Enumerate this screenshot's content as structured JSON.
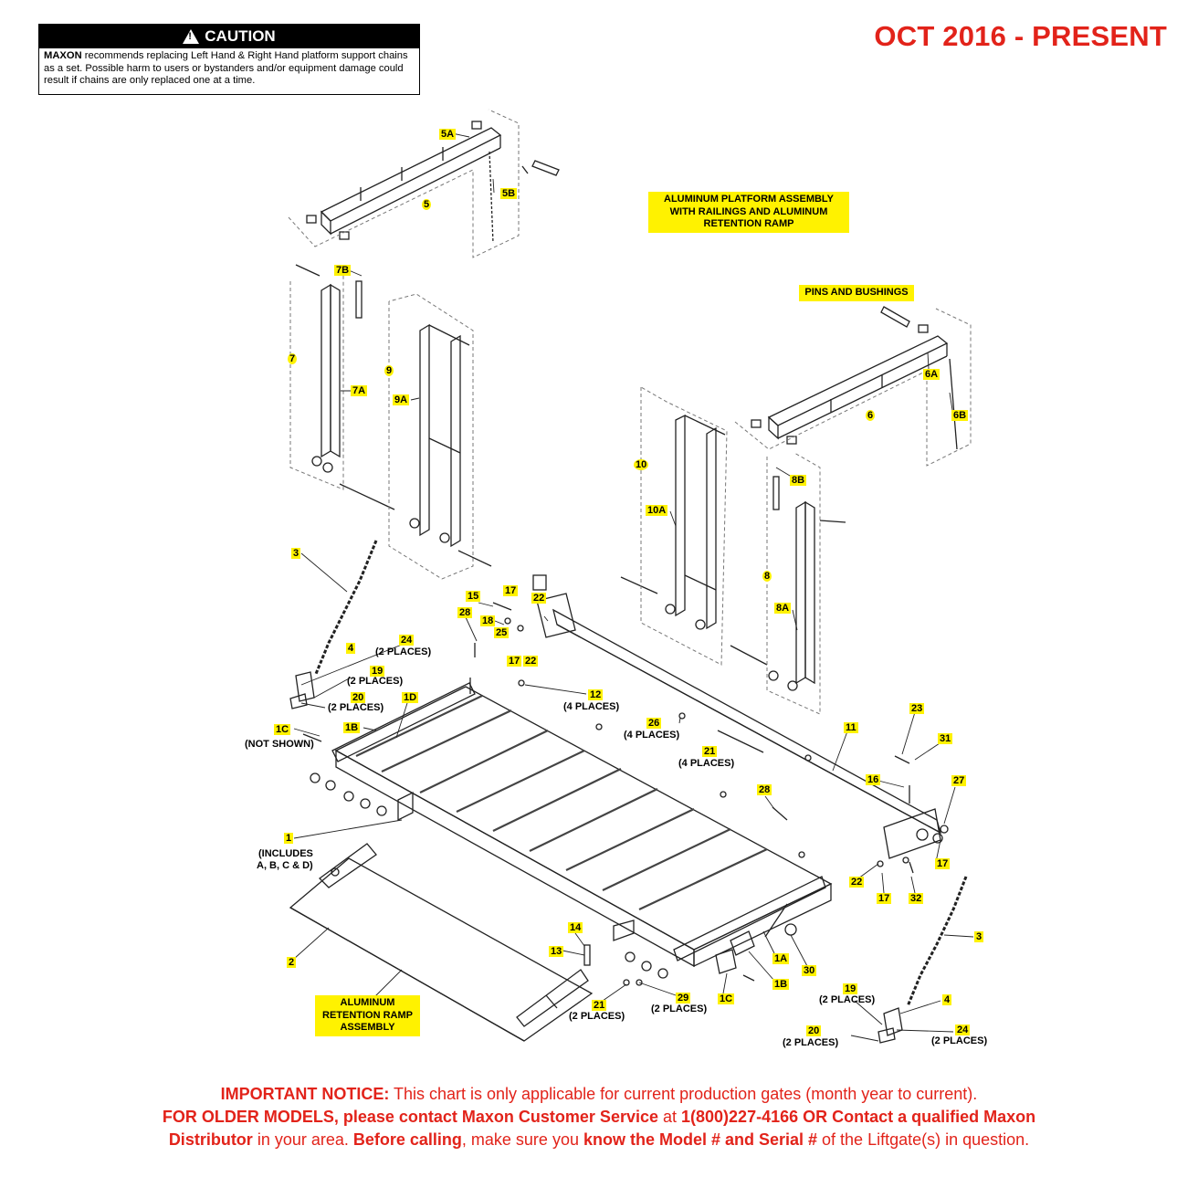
{
  "caution": {
    "title": "CAUTION",
    "brand": "MAXON",
    "body": " recommends replacing Left Hand & Right Hand platform support chains as a set. Possible harm to users or bystanders and/or equipment damage could result if chains are only replaced one at a time."
  },
  "date_range": "OCT 2016 - PRESENT",
  "plates": {
    "platform_assembly": [
      "ALUMINUM PLATFORM ASSEMBLY",
      "WITH RAILINGS AND ALUMINUM",
      "RETENTION RAMP"
    ],
    "pins_bushings": "PINS AND BUSHINGS",
    "retention_ramp": [
      "ALUMINUM",
      "RETENTION RAMP",
      "ASSEMBLY"
    ]
  },
  "callouts": {
    "c5A": "5A",
    "c5B": "5B",
    "c5": "5",
    "c7B": "7B",
    "c7": "7",
    "c7A": "7A",
    "c9": "9",
    "c9A": "9A",
    "c6A": "6A",
    "c6B": "6B",
    "c6": "6",
    "c10": "10",
    "c10A": "10A",
    "c8B": "8B",
    "c8": "8",
    "c8A": "8A",
    "c3a": "3",
    "c15": "15",
    "c17a": "17",
    "c22a": "22",
    "c28a": "28",
    "c18": "18",
    "c25": "25",
    "c17b": "17",
    "c22b": "22",
    "c24a": "24",
    "c4a": "4",
    "c19a": "19",
    "c20a": "20",
    "c1D": "1D",
    "c12": "12",
    "c26": "26",
    "c21a": "21",
    "c1B": "1B",
    "c1C": "1C",
    "c11": "11",
    "c23": "23",
    "c31": "31",
    "c16": "16",
    "c27": "27",
    "c28b": "28",
    "c1": "1",
    "c17c": "17",
    "c22c": "22",
    "c17d": "17",
    "c32": "32",
    "c3b": "3",
    "c14": "14",
    "c13": "13",
    "c1A": "1A",
    "c30": "30",
    "c2": "2",
    "c1Bb": "1B",
    "c21b": "21",
    "c29": "29",
    "c1Cb": "1C",
    "c19b": "19",
    "c4b": "4",
    "c20b": "20",
    "c24b": "24"
  },
  "notes": {
    "two_places": "(2 PLACES)",
    "four_places": "(4 PLACES)",
    "not_shown": "(NOT SHOWN)",
    "includes_1": "(INCLUDES",
    "includes_2": "A, B, C & D)"
  },
  "notice": {
    "l1_bold": "IMPORTANT NOTICE:",
    "l1_text": " This chart is only applicable for current production gates (month year to current).",
    "l2_bold1": "FOR OLDER MODELS, please contact Maxon Customer Service",
    "l2_text1": " at ",
    "l2_bold2": "1(800)227-4166 OR Contact a qualified Maxon",
    "l3_bold1": "Distributor",
    "l3_text1": " in your area. ",
    "l3_bold2": "Before calling",
    "l3_text2": ", make sure you ",
    "l3_bold3": "know the Model # and Serial #",
    "l3_text3": " of the Liftgate(s) in question."
  }
}
